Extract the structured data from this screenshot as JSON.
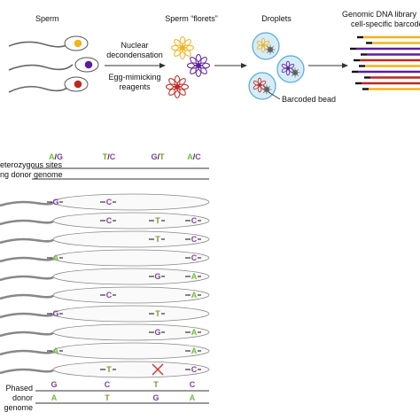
{
  "colors": {
    "A": "#6bbf3a",
    "G": "#7b3f98",
    "T": "#7c9a2b",
    "C": "#8a3fa3",
    "yellow": "#f2b31b",
    "purple": "#5b1ea0",
    "red": "#c1271f",
    "droplet": "#5aa9d8"
  },
  "top": {
    "sperm_label": "Sperm",
    "arrow1_text": [
      "Nuclear",
      "decondensation"
    ],
    "arrow1_text2": [
      "Egg-mimicking",
      "reagents"
    ],
    "florets_label": "Sperm “florets”",
    "droplets_label": "Droplets",
    "bead_label": "Barcoded bead",
    "library_label": [
      "Genomic DNA library",
      "cell-specific barcode"
    ]
  },
  "bottom": {
    "sites_label": [
      "eterozygous sites",
      "ng donor genome"
    ],
    "header_sites": [
      {
        "a": "A",
        "b": "G"
      },
      {
        "a": "T",
        "b": "C"
      },
      {
        "a": "G",
        "b": "T"
      },
      {
        "a": "A",
        "b": "C"
      }
    ],
    "rows": [
      [
        "G",
        "C",
        "",
        ""
      ],
      [
        "",
        "C",
        "T",
        "C"
      ],
      [
        "",
        "",
        "T",
        "C"
      ],
      [
        "A",
        "",
        "",
        "C"
      ],
      [
        "",
        "",
        "G",
        "A"
      ],
      [
        "",
        "C",
        "",
        "A"
      ],
      [
        "G",
        "",
        "T",
        ""
      ],
      [
        "",
        "",
        "G",
        "A"
      ],
      [
        "A",
        "",
        "",
        "A"
      ],
      [
        "",
        "T",
        "X",
        "C"
      ]
    ],
    "phased_label": [
      "Phased",
      "donor",
      "genome"
    ],
    "phased_hap1": [
      "G",
      "C",
      "T",
      "C"
    ],
    "phased_hap2": [
      "A",
      "T",
      "G",
      "A"
    ]
  }
}
